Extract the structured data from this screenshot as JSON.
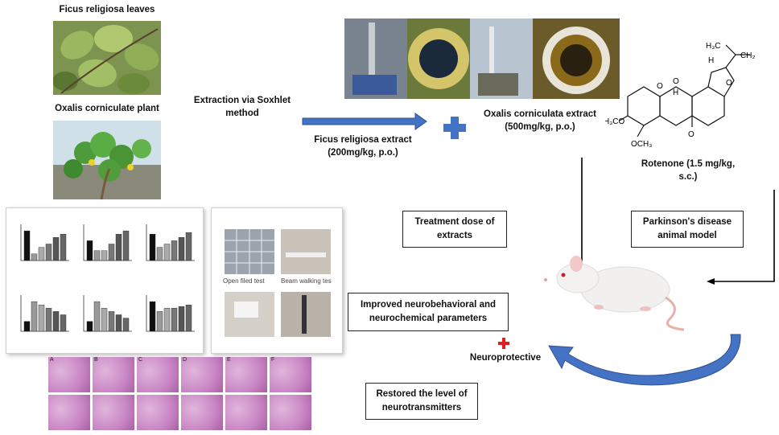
{
  "leaves_label": "Ficus religiosa leaves",
  "oxalis_plant_label": "Oxalis corniculate plant",
  "extraction_label": "Extraction via Soxhlet method",
  "ficus_extract_label": "Ficus religiosa extract (200mg/kg, p.o.)",
  "oxalis_extract_label": "Oxalis corniculata extract (500mg/kg, p.o.)",
  "rotenone_label": "Rotenone (1.5 mg/kg, s.c.)",
  "rotenone_structure": {
    "ch3_top": "H₃C",
    "ch2_label": "CH₂",
    "h_label": "H",
    "h_lower": "H",
    "o1": "O",
    "o2": "O",
    "o3": "O",
    "o_ketone": "O",
    "och3_left": "H₃CO",
    "och3_bottom": "OCH₃"
  },
  "treatment_box": "Treatment dose of extracts",
  "pd_model_box": "Parkinson's disease animal model",
  "improved_box": "Improved neurobehavioral and neurochemical parameters",
  "neuroprotective_label": "Neuroprotective",
  "restored_box": "Restored the level of neurotransmitters",
  "behavior_tests": [
    "Open filed test",
    "Beam walking tes"
  ],
  "histology_panels": [
    "A",
    "B",
    "C",
    "D",
    "E",
    "F"
  ],
  "colors": {
    "arrow_blue": "#4472c4",
    "plus_blue": "#4472c4",
    "cross_red": "#e02020",
    "histology_pink": "#c986c4"
  }
}
